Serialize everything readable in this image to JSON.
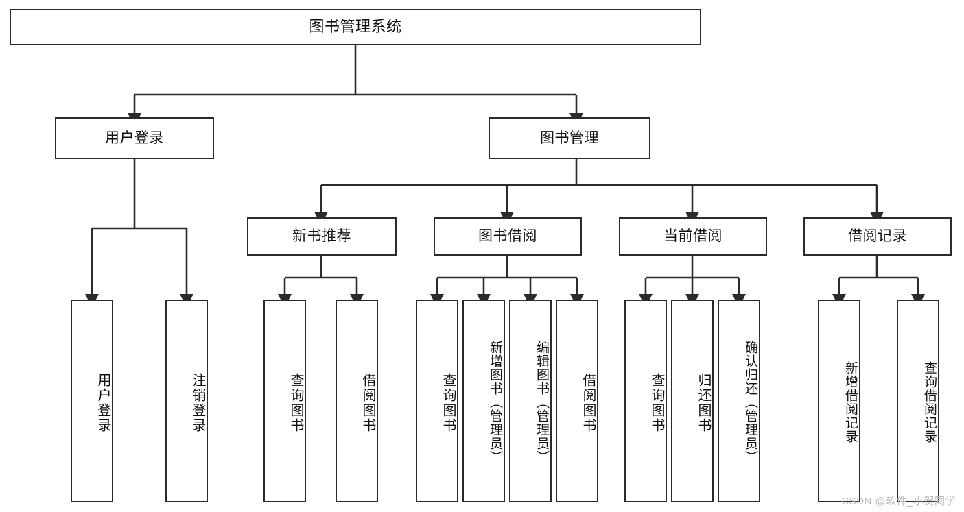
{
  "diagram": {
    "type": "tree-hierarchy-chart",
    "title": "图书管理系统",
    "stroke_color": "#2b2b2b",
    "fill_color": "#ffffff",
    "background_color": "#ffffff",
    "text_color": "#111111",
    "watermark": "CSDN @软件_小贺同学",
    "watermark_color": "#b9b9b9"
  },
  "nodes": {
    "root": {
      "label": "图书管理系统",
      "level": 0
    },
    "level1": [
      {
        "id": "user-login",
        "label": "用户登录"
      },
      {
        "id": "book-management",
        "label": "图书管理"
      }
    ],
    "level2": [
      {
        "id": "new-book-recommend",
        "label": "新书推荐",
        "parent": "book-management"
      },
      {
        "id": "book-borrow",
        "label": "图书借阅",
        "parent": "book-management"
      },
      {
        "id": "current-borrow",
        "label": "当前借阅",
        "parent": "book-management"
      },
      {
        "id": "borrow-record",
        "label": "借阅记录",
        "parent": "book-management"
      }
    ],
    "level3": {
      "user-login": [
        {
          "id": "leaf-user-login",
          "label": "用户登录"
        },
        {
          "id": "leaf-logout",
          "label": "注销登录"
        }
      ],
      "new-book-recommend": [
        {
          "id": "leaf-query-book-1",
          "label": "查询图书"
        },
        {
          "id": "leaf-borrow-book-1",
          "label": "借阅图书"
        }
      ],
      "book-borrow": [
        {
          "id": "leaf-query-book-2",
          "label": "查询图书"
        },
        {
          "id": "leaf-add-book",
          "label": "新增图书（管理员）"
        },
        {
          "id": "leaf-edit-book",
          "label": "编辑图书（管理员）"
        },
        {
          "id": "leaf-borrow-book-2",
          "label": "借阅图书"
        }
      ],
      "current-borrow": [
        {
          "id": "leaf-query-book-3",
          "label": "查询图书"
        },
        {
          "id": "leaf-return-book",
          "label": "归还图书"
        },
        {
          "id": "leaf-confirm-return",
          "label": "确认归还（管理员）"
        }
      ],
      "borrow-record": [
        {
          "id": "leaf-add-record",
          "label": "新增借阅记录"
        },
        {
          "id": "leaf-query-record",
          "label": "查询借阅记录"
        }
      ]
    }
  }
}
